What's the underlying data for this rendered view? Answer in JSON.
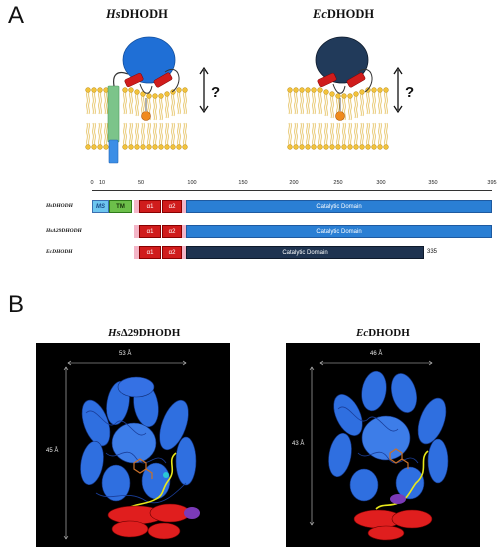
{
  "panels": {
    "a": "A",
    "b": "B"
  },
  "schematics": {
    "hs_title_italic": "Hs",
    "hs_title_rest": "DHODH",
    "ec_title_italic": "Ec",
    "ec_title_rest": "DHODH",
    "question_mark": "?"
  },
  "domain_map": {
    "ticks": [
      "0",
      "10",
      "50",
      "100",
      "150",
      "200",
      "250",
      "300",
      "350",
      "395"
    ],
    "rows": [
      {
        "label": "HsDHODH",
        "ms": "MS",
        "tm": "TM",
        "a1": "α1",
        "a2": "α2",
        "catalytic": "Catalytic Domain",
        "end": ""
      },
      {
        "label": "HsΔ29DHODH",
        "a1": "α1",
        "a2": "α2",
        "catalytic": "Catalytic Domain",
        "end": ""
      },
      {
        "label": "EcDHODH",
        "a1": "α1",
        "a2": "α2",
        "catalytic": "Catalytic Domain",
        "end": "335"
      }
    ]
  },
  "structures": {
    "left": {
      "title_italic": "Hs",
      "title_rest": "Δ29DHODH",
      "width_label": "53 Å",
      "height_label": "45 Å"
    },
    "right": {
      "title_italic": "Ec",
      "title_rest": "DHODH",
      "width_label": "46 Å",
      "height_label": "43 Å"
    }
  },
  "colors": {
    "hs_globe": "#1f6fd6",
    "ec_globe": "#213a5a",
    "helix_red": "#d01c1c",
    "tm_green": "#7cc48a",
    "ms_blue": "#3b8ee6",
    "lipid_yellow": "#e0b030",
    "cofactor_orange": "#f08a1c",
    "catalytic_blue": "#2a7fd4",
    "catalytic_dark": "#1e3350"
  }
}
